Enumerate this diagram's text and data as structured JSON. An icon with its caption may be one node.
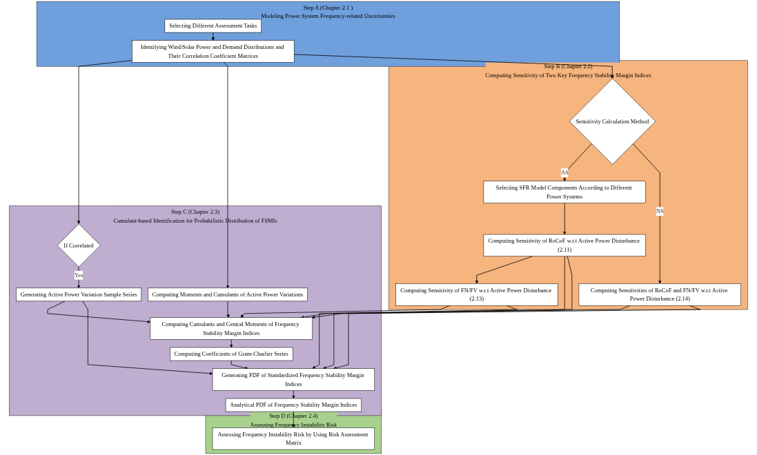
{
  "diagram": {
    "nodes": [
      {
        "text": [
          "Step A (Chapter 2.1 )",
          "Modeling Power System Frequency-related Uncertainties"
        ]
      },
      {
        "text": [
          "Selecting Different Assessment Tasks"
        ],
        "in": 0
      },
      {
        "text": [
          "Identifying Wind/Solar Power and Demand Distributions and Their Correlation Coefficient Matrices"
        ],
        "in": 0
      },
      {
        "text": [
          "Step B (Chapter 2.2)",
          "Computing Sensitivity of Two Key Frequency Stability Margin Indices"
        ]
      },
      {
        "text": [
          "Sensitivity Calculation Method"
        ],
        "in": 3
      },
      {
        "text": [
          "Selecting SFR Model Components According to Different Power Systems"
        ],
        "in": 3
      },
      {
        "text": [
          "Computing Sensitivity of RoCoF w.r.t Active Power Disturbance (2.11)"
        ],
        "in": 3
      },
      {
        "text": [
          "Computing Sensitivity of FN/FV w.r.t Active Power Disturbance (2.13)"
        ],
        "in": 3
      },
      {
        "text": [
          "Computing Sensitivities of RoCoF and FN/FV w.r.t Active Power Disturbance (2.14)"
        ],
        "in": 3
      },
      {
        "text": [
          "Step C (Chapter 2.3)",
          "Cumulant-based Identification for Probabilistic Distribution of FSMIs"
        ]
      },
      {
        "text": [
          "If Correlated"
        ],
        "in": 9
      },
      {
        "text": [
          "Generating Active Power Variation Sample Series"
        ],
        "in": 9
      },
      {
        "text": [
          "Computing Moments and Cumulants of Active Power Variations"
        ],
        "in": 9
      },
      {
        "text": [
          "Computing Cumulants and Central Moments of Frequency Stability Margin Indices"
        ],
        "in": 9
      },
      {
        "text": [
          "Computing Coefficients of Gram-Charlier Series"
        ],
        "in": 9
      },
      {
        "text": [
          "Generating PDF of Standardized Frequency Stability Margin Indices"
        ],
        "in": 9
      },
      {
        "text": [
          "Analytical PDF of Frequency Stability Margin Indices"
        ],
        "in": 9
      },
      {
        "text": [
          "Step D (Chapter 2.4)",
          "Assessing Frequency Instability Risk"
        ]
      },
      {
        "text": [
          "Assessing Frequency Instability Risk by Using Risk Assessment Matrix"
        ],
        "in": 17
      }
    ],
    "edges": [
      {
        "from": 1,
        "to": 2,
        "arrow": "to"
      },
      {
        "from": 2,
        "to": 10,
        "arrow": "to"
      },
      {
        "from": 2,
        "to": 12,
        "arrow": "to"
      },
      {
        "from": 2,
        "to": 4,
        "arrow": "to"
      },
      {
        "from": 4,
        "to": 5,
        "label": "AS",
        "arrow": "to"
      },
      {
        "from": 4,
        "to": 8,
        "label": "NS",
        "arrow": "to"
      },
      {
        "from": 5,
        "to": 6,
        "arrow": "to"
      },
      {
        "from": 6,
        "to": 7,
        "arrow": "to"
      },
      {
        "from": 10,
        "to": 11,
        "label": "Yes",
        "arrow": "to"
      },
      {
        "from": 12,
        "to": 13,
        "arrow": "to"
      },
      {
        "from": 13,
        "to": 14,
        "arrow": "to"
      },
      {
        "from": 14,
        "to": 15,
        "arrow": "to"
      },
      {
        "from": 11,
        "to": 13,
        "arrow": "to"
      },
      {
        "from": 11,
        "to": 15,
        "arrow": "to"
      },
      {
        "from": 6,
        "to": 13,
        "arrow": "to"
      },
      {
        "from": 6,
        "to": 15,
        "arrow": "to"
      },
      {
        "from": 7,
        "to": 13,
        "arrow": "to"
      },
      {
        "from": 7,
        "to": 15,
        "arrow": "to"
      },
      {
        "from": 8,
        "to": 13,
        "arrow": "to"
      },
      {
        "from": 8,
        "to": 15,
        "arrow": "to"
      },
      {
        "from": 15,
        "to": 16,
        "arrow": "to"
      },
      {
        "from": 16,
        "to": 18,
        "arrow": "to"
      }
    ]
  }
}
